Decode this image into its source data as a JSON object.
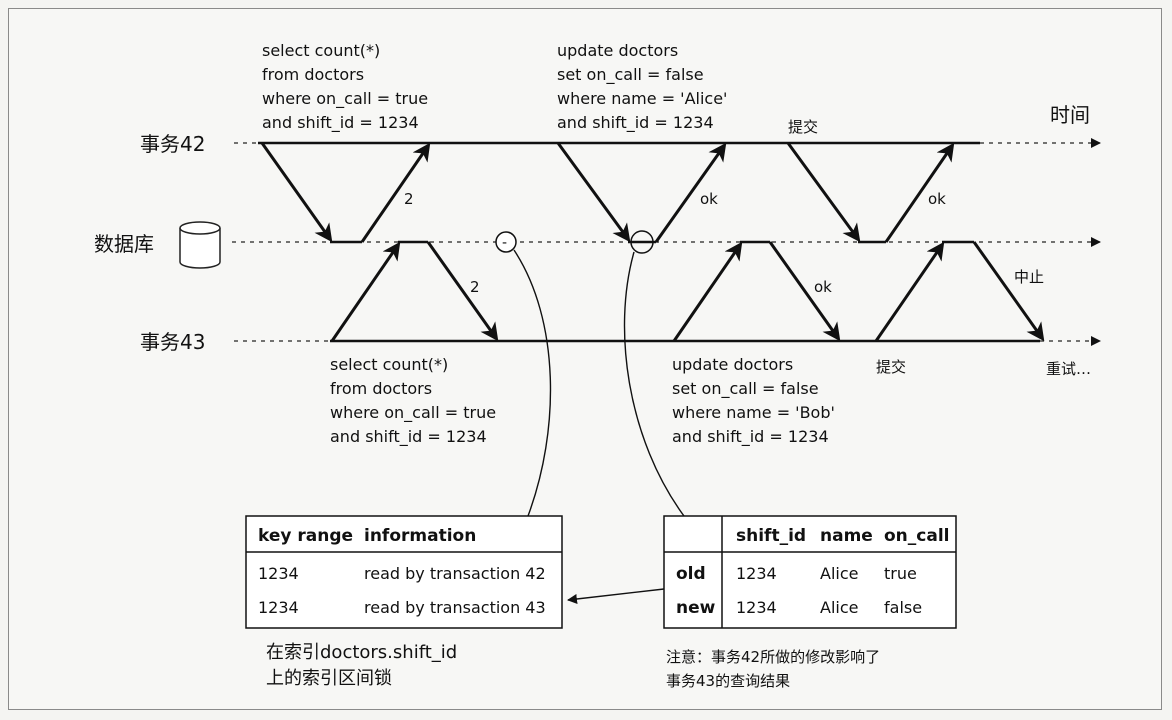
{
  "lanes": {
    "tx42": "事务42",
    "db": "数据库",
    "tx43": "事务43",
    "time": "时间"
  },
  "tx42_query": [
    "select count(*)",
    "from doctors",
    "where on_call = true",
    "and shift_id = 1234"
  ],
  "tx42_update": [
    "update doctors",
    "set on_call = false",
    "where name = 'Alice'",
    "and shift_id = 1234"
  ],
  "tx43_query": [
    "select count(*)",
    "from doctors",
    "where on_call = true",
    "and shift_id = 1234"
  ],
  "tx43_update": [
    "update doctors",
    "set on_call = false",
    "where name = 'Bob'",
    "and shift_id = 1234"
  ],
  "labels": {
    "commit_top": "提交",
    "commit_bottom": "提交",
    "abort": "中止",
    "retry": "重试…",
    "count_top": "2",
    "count_bottom": "2",
    "ok_top_1": "ok",
    "ok_top_2": "ok",
    "ok_bottom": "ok",
    "minus_marker": "-"
  },
  "index_table": {
    "headers": [
      "key range",
      "information"
    ],
    "rows": [
      [
        "1234",
        "read by transaction 42"
      ],
      [
        "1234",
        "read by transaction 43"
      ]
    ],
    "caption": [
      "在索引doctors.shift_id",
      "上的索引区间锁"
    ]
  },
  "data_table": {
    "headers": [
      "",
      "shift_id",
      "name",
      "on_call"
    ],
    "rows": [
      [
        "old",
        "1234",
        "Alice",
        "true"
      ],
      [
        "new",
        "1234",
        "Alice",
        "false"
      ]
    ],
    "caption": [
      "注意：事务42所做的修改影响了",
      "事务43的查询结果"
    ]
  }
}
